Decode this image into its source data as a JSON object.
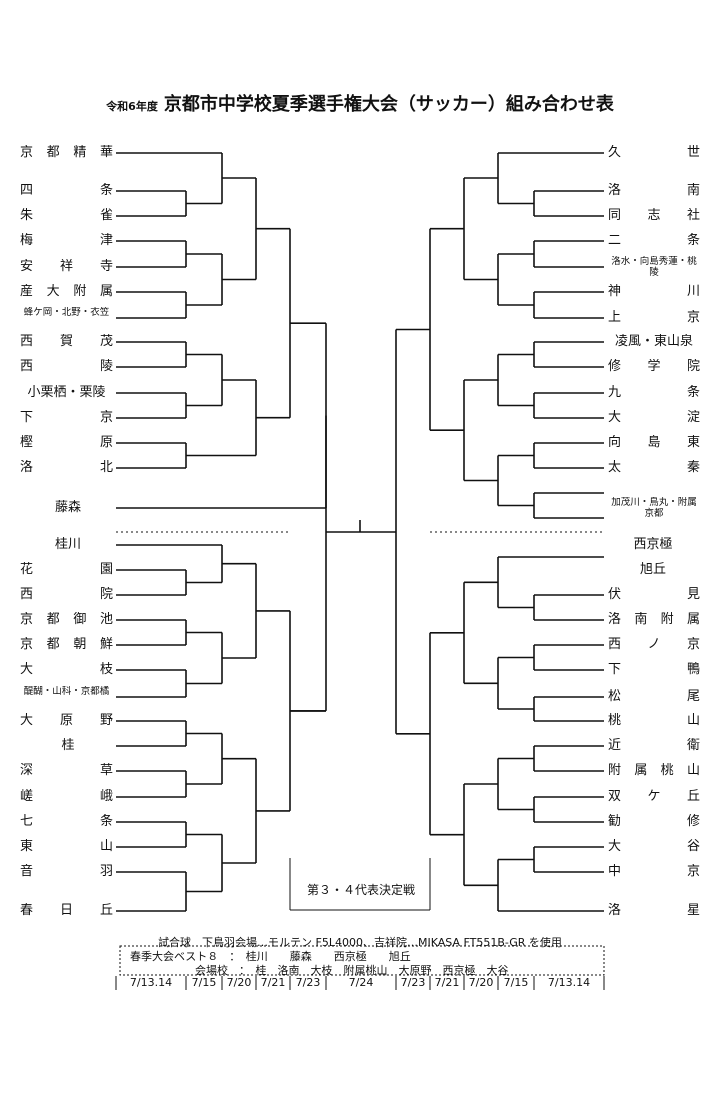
{
  "header": {
    "small_title": "令和6年度",
    "title": "京都市中学校夏季選手権大会（サッカー）組み合わせ表"
  },
  "left_teams": [
    "京都精華",
    "四条",
    "朱雀",
    "梅津",
    "安祥寺",
    "産大附属",
    "蜂ケ岡・北野・衣笠",
    "西賀茂",
    "西陵",
    "小栗栖・栗陵",
    "下京",
    "樫原",
    "洛北",
    "藤森",
    "桂川",
    "花園",
    "西院",
    "京都御池",
    "京都朝鮮",
    "大枝",
    "醍醐・山科・京都橘",
    "大原野",
    "桂",
    "深草",
    "嵯峨",
    "七条",
    "東山",
    "音羽",
    "春日丘"
  ],
  "right_teams": [
    "久世",
    "洛南",
    "同志社",
    "二条",
    "洛水・向島秀蓮・桃陵",
    "神川",
    "上京",
    "凌風・東山泉",
    "修学院",
    "九条",
    "大淀",
    "向島東",
    "太秦",
    "加茂川・鳥丸・附属京都",
    "西京極",
    "旭丘",
    "伏見",
    "洛南附属",
    "西ノ京",
    "下鴨",
    "松尾",
    "桃山",
    "近衛",
    "附属桃山",
    "双ケ丘",
    "勧修",
    "大谷",
    "中京",
    "洛星"
  ],
  "playoff_label": "第３・４代表決定戦",
  "notes": {
    "ball": "試合球　下鳥羽会場…モルテン F5L4000、吉祥院…MIKASA FT551B-GR を使用",
    "best8": "春季大会ベスト８　：　桂川　　藤森　　西京極　　旭丘",
    "venue": "会場校　：　桂　洛南　大枝　附属桃山　大原野　西京極　大谷"
  },
  "dates": [
    "7/13.14",
    "7/15",
    "7/20",
    "7/21",
    "7/23",
    "7/24",
    "7/23",
    "7/21",
    "7/20",
    "7/15",
    "7/13.14"
  ]
}
